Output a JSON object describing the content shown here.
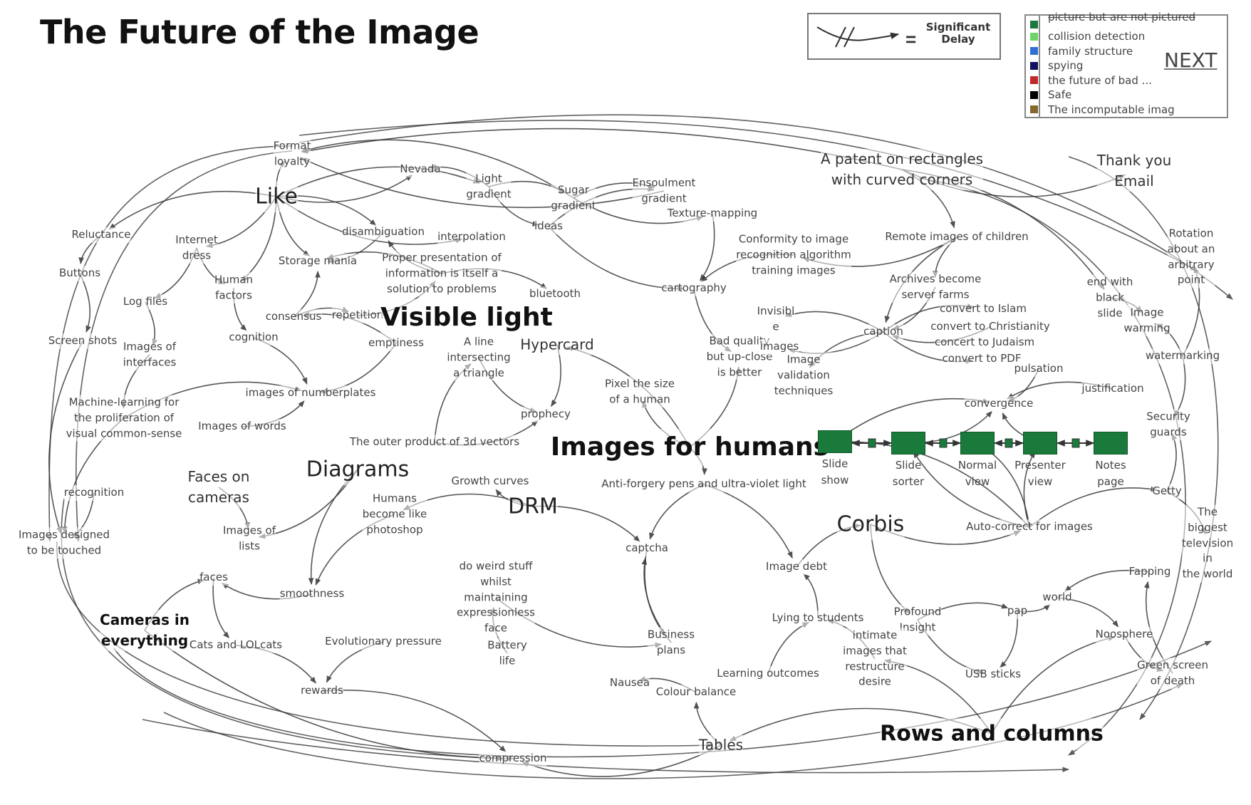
{
  "title": "The Future of the Image",
  "delay_legend": {
    "symbol": "double-hash-arrow-icon",
    "equals": "=",
    "label": "Significant\nDelay"
  },
  "color_legend": {
    "items": [
      {
        "label": "picture but are not pictured",
        "color": "#1a7a3c",
        "struck": true
      },
      {
        "label": "collision detection",
        "color": "#6fd36a"
      },
      {
        "label": "family structure",
        "color": "#2f6fd6"
      },
      {
        "label": "spying",
        "color": "#10145e"
      },
      {
        "label": "the future of bad ...",
        "color": "#c0282a"
      },
      {
        "label": "Safe",
        "color": "#000000"
      },
      {
        "label": "The incomputable imag",
        "color": "#85692a"
      }
    ],
    "extra_swatch": "#f0a030"
  },
  "next_button": {
    "label": "NEXT"
  },
  "nodes": [
    {
      "id": "format",
      "label": "Format\nloyalty",
      "size": 1
    },
    {
      "id": "like",
      "label": "Like",
      "size": 3
    },
    {
      "id": "nevada",
      "label": "Nevada",
      "size": 1
    },
    {
      "id": "light",
      "label": "Light\ngradient",
      "size": 1
    },
    {
      "id": "sugar",
      "label": "Sugar\ngradient",
      "size": 1
    },
    {
      "id": "ensoul",
      "label": "Ensoulment\ngradient",
      "size": 1
    },
    {
      "id": "texture",
      "label": "Texture-mapping",
      "size": 1
    },
    {
      "id": "ideas",
      "label": "ideas",
      "size": 1
    },
    {
      "id": "patent",
      "label": "A patent on rectangles\nwith curved corners",
      "size": 2
    },
    {
      "id": "thanks",
      "label": "Thank you\nEmail",
      "size": 2
    },
    {
      "id": "reluct",
      "label": "Reluctance",
      "size": 1
    },
    {
      "id": "internet",
      "label": "Internet\ndress",
      "size": 1
    },
    {
      "id": "buttons",
      "label": "Buttons",
      "size": 1
    },
    {
      "id": "human",
      "label": "Human\nfactors",
      "size": 1
    },
    {
      "id": "logfiles",
      "label": "Log files",
      "size": 1
    },
    {
      "id": "disamb",
      "label": "disambiguation",
      "size": 1
    },
    {
      "id": "interp",
      "label": "interpolation",
      "size": 1
    },
    {
      "id": "storage",
      "label": "Storage mania",
      "size": 1
    },
    {
      "id": "proper",
      "label": "Proper presentation of\ninformation is itself a\nsolution to problems",
      "size": 1
    },
    {
      "id": "bluetooth",
      "label": "bluetooth",
      "size": 1
    },
    {
      "id": "consensus",
      "label": "consensus",
      "size": 1
    },
    {
      "id": "repetition",
      "label": "repetition",
      "size": 1
    },
    {
      "id": "visible",
      "label": "Visible light",
      "size": 4,
      "bold": true
    },
    {
      "id": "conformity",
      "label": "Conformity to image\nrecognition algorithm\ntraining images",
      "size": 1
    },
    {
      "id": "remote",
      "label": "Remote images of children",
      "size": 1
    },
    {
      "id": "cartography",
      "label": "cartography",
      "size": 1
    },
    {
      "id": "archives",
      "label": "Archives become\nserver farms",
      "size": 1
    },
    {
      "id": "endblack",
      "label": "end with\nblack\nslide",
      "size": 1
    },
    {
      "id": "rotation",
      "label": "Rotation\nabout an\narbitrary\npoint",
      "size": 1
    },
    {
      "id": "screenshots",
      "label": "Screen shots",
      "size": 1
    },
    {
      "id": "imginterfaces",
      "label": "Images of\ninterfaces",
      "size": 1
    },
    {
      "id": "cognition",
      "label": "cognition",
      "size": 1
    },
    {
      "id": "emptiness",
      "label": "emptiness",
      "size": 1
    },
    {
      "id": "aline",
      "label": "A line\nintersecting\na triangle",
      "size": 1
    },
    {
      "id": "hypercard",
      "label": "Hypercard",
      "size": 2
    },
    {
      "id": "invisible",
      "label": "Invisibl\ne",
      "size": 1
    },
    {
      "id": "badquality",
      "label": "Bad quality\nbut up-close\nis better",
      "size": 1
    },
    {
      "id": "images",
      "label": "images",
      "size": 1
    },
    {
      "id": "imgvalid",
      "label": "Image\nvalidation\ntechniques",
      "size": 1
    },
    {
      "id": "caption",
      "label": "caption",
      "size": 1
    },
    {
      "id": "islam",
      "label": "convert to Islam",
      "size": 1
    },
    {
      "id": "christ",
      "label": "convert to Christianity",
      "size": 1
    },
    {
      "id": "judaism",
      "label": "concert to Judaism",
      "size": 1
    },
    {
      "id": "pdf",
      "label": "convert to PDF",
      "size": 1
    },
    {
      "id": "pulsation",
      "label": "pulsation",
      "size": 1
    },
    {
      "id": "imgwarming",
      "label": "Image\nwarming",
      "size": 1
    },
    {
      "id": "watermark",
      "label": "watermarking",
      "size": 1
    },
    {
      "id": "justification",
      "label": "justification",
      "size": 1
    },
    {
      "id": "numberplates",
      "label": "images of numberplates",
      "size": 1
    },
    {
      "id": "pixel",
      "label": "Pixel the size\nof a human",
      "size": 1
    },
    {
      "id": "convergence",
      "label": "convergence",
      "size": 1
    },
    {
      "id": "security",
      "label": "Security\nguards",
      "size": 1
    },
    {
      "id": "ml",
      "label": "Machine-learning for\nthe proliferation of\nvisual common-sense",
      "size": 1
    },
    {
      "id": "imgwords",
      "label": "Images of words",
      "size": 1
    },
    {
      "id": "prophecy",
      "label": "prophecy",
      "size": 1
    },
    {
      "id": "outer",
      "label": "The outer product of 3d vectors",
      "size": 1
    },
    {
      "id": "imghumans",
      "label": "Images for humans",
      "size": 4,
      "bold": true
    },
    {
      "id": "recognition",
      "label": "recognition",
      "size": 1
    },
    {
      "id": "faceson",
      "label": "Faces on\ncameras",
      "size": 2
    },
    {
      "id": "diagrams",
      "label": "Diagrams",
      "size": 3
    },
    {
      "id": "growth",
      "label": "Growth curves",
      "size": 1
    },
    {
      "id": "antiforgery",
      "label": "Anti-forgery pens and ultra-violet light",
      "size": 1
    },
    {
      "id": "getty",
      "label": "Getty",
      "size": 1
    },
    {
      "id": "humans",
      "label": "Humans\nbecome like\nphotoshop",
      "size": 1
    },
    {
      "id": "drm",
      "label": "DRM",
      "size": 3
    },
    {
      "id": "corbis",
      "label": "Corbis",
      "size": 3
    },
    {
      "id": "autocorrect",
      "label": "Auto-correct for images",
      "size": 1
    },
    {
      "id": "biggest",
      "label": "The biggest\ntelevision in\nthe world",
      "size": 1
    },
    {
      "id": "imgtouched",
      "label": "Images designed\nto be touched",
      "size": 1
    },
    {
      "id": "imglists",
      "label": "Images of\nlists",
      "size": 1
    },
    {
      "id": "captcha",
      "label": "captcha",
      "size": 1
    },
    {
      "id": "imgdebt",
      "label": "Image debt",
      "size": 1
    },
    {
      "id": "fapping",
      "label": "Fapping",
      "size": 1
    },
    {
      "id": "faces",
      "label": "faces",
      "size": 1
    },
    {
      "id": "weird",
      "label": "do weird stuff\nwhilst\nmaintaining\nexpressionless\nface",
      "size": 1
    },
    {
      "id": "smooth",
      "label": "smoothness",
      "size": 1
    },
    {
      "id": "world",
      "label": "world",
      "size": 1
    },
    {
      "id": "pap",
      "label": "pap",
      "size": 1
    },
    {
      "id": "cameras",
      "label": "Cameras in\neverything",
      "size": 2,
      "bold": true
    },
    {
      "id": "lying",
      "label": "Lying to students",
      "size": 1
    },
    {
      "id": "profound",
      "label": "Profound\nInsight",
      "size": 1
    },
    {
      "id": "noosphere",
      "label": "Noosphere",
      "size": 1
    },
    {
      "id": "cats",
      "label": "Cats and LOLcats",
      "size": 1
    },
    {
      "id": "evolution",
      "label": "Evolutionary pressure",
      "size": 1
    },
    {
      "id": "battery",
      "label": "Battery\nlife",
      "size": 1
    },
    {
      "id": "business",
      "label": "Business\nplans",
      "size": 1
    },
    {
      "id": "intimate",
      "label": "intimate\nimages that\nrestructure\ndesire",
      "size": 1
    },
    {
      "id": "usb",
      "label": "USB sticks",
      "size": 1
    },
    {
      "id": "greenscreen",
      "label": "Green screen\nof death",
      "size": 1
    },
    {
      "id": "learning",
      "label": "Learning outcomes",
      "size": 1
    },
    {
      "id": "nausea",
      "label": "Nausea",
      "size": 1
    },
    {
      "id": "colour",
      "label": "Colour balance",
      "size": 1
    },
    {
      "id": "rewards",
      "label": "rewards",
      "size": 1
    },
    {
      "id": "tables",
      "label": "Tables",
      "size": 2
    },
    {
      "id": "rows",
      "label": "Rows and columns",
      "size": 3,
      "bold": true
    },
    {
      "id": "compression",
      "label": "compression",
      "size": 1
    }
  ],
  "view_chain": [
    {
      "id": "slideshow",
      "label": "Slide\nshow"
    },
    {
      "id": "sorter",
      "label": "Slide\nsorter"
    },
    {
      "id": "normal",
      "label": "Normal\nview"
    },
    {
      "id": "presenter",
      "label": "Presenter\nview"
    },
    {
      "id": "notes",
      "label": "Notes\npage"
    }
  ],
  "edges": [
    [
      "like",
      "format"
    ],
    [
      "like",
      "nevada"
    ],
    [
      "like",
      "light"
    ],
    [
      "like",
      "reluct"
    ],
    [
      "like",
      "internet"
    ],
    [
      "like",
      "storage"
    ],
    [
      "like",
      "human"
    ],
    [
      "like",
      "interp"
    ],
    [
      "like",
      "disamb"
    ],
    [
      "patent",
      "format"
    ],
    [
      "patent",
      "remote"
    ],
    [
      "patent",
      "thanks"
    ],
    [
      "patent",
      "endblack"
    ],
    [
      "sugar",
      "format"
    ],
    [
      "ensoul",
      "format"
    ],
    [
      "light",
      "nevada"
    ],
    [
      "light",
      "sugar"
    ],
    [
      "light",
      "ideas"
    ],
    [
      "sugar",
      "ensoul"
    ],
    [
      "sugar",
      "texture"
    ],
    [
      "ideas",
      "ensoul"
    ],
    [
      "ideas",
      "cartography"
    ],
    [
      "proper",
      "disamb"
    ],
    [
      "proper",
      "storage"
    ],
    [
      "proper",
      "bluetooth"
    ],
    [
      "repetition",
      "proper"
    ],
    [
      "consensus",
      "repetition"
    ],
    [
      "consensus",
      "storage"
    ],
    [
      "disamb",
      "storage"
    ],
    [
      "internet",
      "human"
    ],
    [
      "internet",
      "logfiles"
    ],
    [
      "reluct",
      "buttons"
    ],
    [
      "buttons",
      "screenshots"
    ],
    [
      "human",
      "cognition"
    ],
    [
      "cognition",
      "numberplates"
    ],
    [
      "emptiness",
      "consensus"
    ],
    [
      "emptiness",
      "numberplates"
    ],
    [
      "aline",
      "prophecy"
    ],
    [
      "outer",
      "aline"
    ],
    [
      "outer",
      "prophecy"
    ],
    [
      "hypercard",
      "prophecy"
    ],
    [
      "imghumans",
      "hypercard"
    ],
    [
      "imghumans",
      "pixel"
    ],
    [
      "imghumans",
      "badquality"
    ],
    [
      "imghumans",
      "antiforgery"
    ],
    [
      "caption",
      "invisible"
    ],
    [
      "caption",
      "images"
    ],
    [
      "caption",
      "imgvalid"
    ],
    [
      "caption",
      "islam"
    ],
    [
      "caption",
      "pdf"
    ],
    [
      "christ",
      "caption"
    ],
    [
      "remote",
      "caption"
    ],
    [
      "archives",
      "caption"
    ],
    [
      "remote",
      "archives"
    ],
    [
      "remote",
      "conformity"
    ],
    [
      "cartography",
      "badquality"
    ],
    [
      "texture",
      "cartography"
    ],
    [
      "conformity",
      "cartography"
    ],
    [
      "endblack",
      "imgwarming"
    ],
    [
      "watermark",
      "rotation"
    ],
    [
      "watermark",
      "security"
    ],
    [
      "getty",
      "security"
    ],
    [
      "getty",
      "biggest"
    ],
    [
      "watermark",
      "imgwarming"
    ],
    [
      "pulsation",
      "convergence"
    ],
    [
      "justification",
      "convergence"
    ],
    [
      "slideshow",
      "convergence"
    ],
    [
      "sorter",
      "convergence"
    ],
    [
      "presenter",
      "convergence"
    ],
    [
      "autocorrect",
      "slideshow"
    ],
    [
      "autocorrect",
      "sorter"
    ],
    [
      "autocorrect",
      "normal"
    ],
    [
      "autocorrect",
      "presenter"
    ],
    [
      "corbis",
      "autocorrect"
    ],
    [
      "autocorrect",
      "getty"
    ],
    [
      "ml",
      "imgtouched"
    ],
    [
      "recognition",
      "imgtouched"
    ],
    [
      "screenshots",
      "imgtouched"
    ],
    [
      "diagrams",
      "imglists"
    ],
    [
      "diagrams",
      "smooth"
    ],
    [
      "faceson",
      "imglists"
    ],
    [
      "humans",
      "smooth"
    ],
    [
      "drm",
      "captcha"
    ],
    [
      "drm",
      "humans"
    ],
    [
      "drm",
      "growth"
    ],
    [
      "antiforgery",
      "captcha"
    ],
    [
      "antiforgery",
      "imgdebt"
    ],
    [
      "captcha",
      "business"
    ],
    [
      "business",
      "captcha"
    ],
    [
      "lying",
      "imgdebt"
    ],
    [
      "learning",
      "lying"
    ],
    [
      "intimate",
      "lying"
    ],
    [
      "profound",
      "pap"
    ],
    [
      "pap",
      "world"
    ],
    [
      "world",
      "noosphere"
    ],
    [
      "fapping",
      "world"
    ],
    [
      "pap",
      "usb"
    ],
    [
      "profound",
      "usb"
    ],
    [
      "greenscreen",
      "fapping"
    ],
    [
      "noosphere",
      "greenscreen"
    ],
    [
      "rows",
      "noosphere"
    ],
    [
      "rows",
      "tables"
    ],
    [
      "tables",
      "colour"
    ],
    [
      "colour",
      "nausea"
    ],
    [
      "cats",
      "rewards"
    ],
    [
      "cameras",
      "compression"
    ],
    [
      "rewards",
      "compression"
    ],
    [
      "evolution",
      "rewards"
    ],
    [
      "battery",
      "weird"
    ],
    [
      "faces",
      "cats"
    ],
    [
      "smooth",
      "faces"
    ],
    [
      "corbis",
      "profound"
    ],
    [
      "imgdebt",
      "corbis"
    ],
    [
      "rows",
      "intimate"
    ],
    [
      "tables",
      "compression"
    ],
    [
      "weird",
      "business"
    ],
    [
      "cameras",
      "faces"
    ],
    [
      "imgwords",
      "numberplates"
    ],
    [
      "ml",
      "numberplates"
    ],
    [
      "imginterfaces",
      "ml"
    ],
    [
      "logfiles",
      "imginterfaces"
    ]
  ],
  "delayed_edges_note": "=",
  "colors": {
    "ink": "#3a3a3a",
    "view_green": "#1a7a3c"
  }
}
